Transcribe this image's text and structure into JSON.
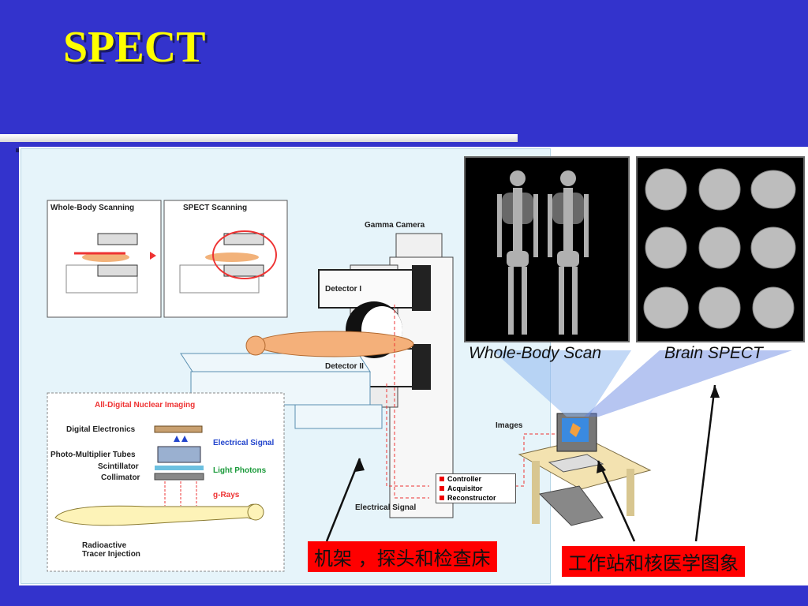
{
  "slide": {
    "title": "SPECT"
  },
  "diagram": {
    "inset_whole_body": "Whole-Body Scanning",
    "inset_spect": "SPECT Scanning",
    "gamma_camera": "Gamma Camera",
    "detector_1": "Detector I",
    "detector_2": "Detector II",
    "images_label": "Images",
    "electrical_signal": "Electrical Signal",
    "controller_items": [
      "Controller",
      "Acquisitor",
      "Reconstructor"
    ],
    "nuclear_title": "All-Digital Nuclear Imaging",
    "nuclear_left": [
      "Digital Electronics",
      "Photo-Multiplier Tubes",
      "Scintillator",
      "Collimator"
    ],
    "nuclear_right": [
      "Electrical Signal",
      "Light Photons",
      "g-Rays"
    ],
    "tracer": "Radioactive\nTracer Injection"
  },
  "images": {
    "whole_body_caption": "Whole-Body Scan",
    "brain_caption": "Brain SPECT"
  },
  "labels": {
    "left_box": "机架 ，探头和检查床",
    "right_box": "工作站和核医学图象"
  },
  "colors": {
    "background": "#3333cc",
    "title": "#ffff00",
    "label_box": "#ff0000"
  }
}
